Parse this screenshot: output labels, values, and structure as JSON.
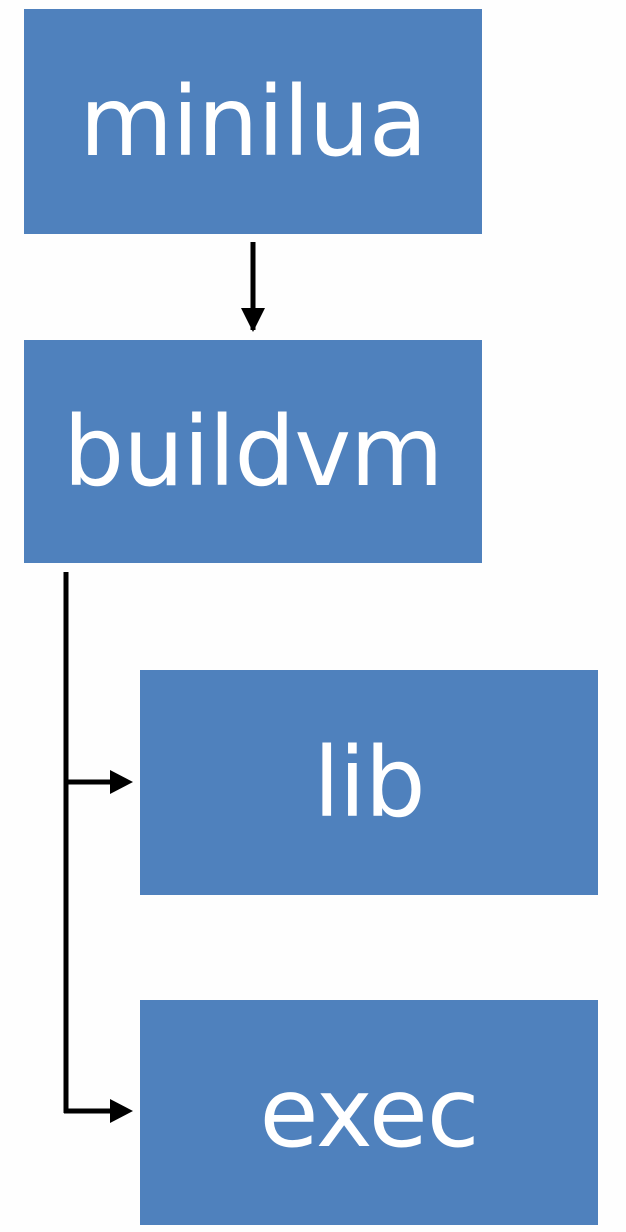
{
  "colors": {
    "node_fill": "#4f81bd",
    "node_text": "#ffffff",
    "connector": "#000000",
    "background": "#fefefe"
  },
  "nodes": {
    "minilua": {
      "label": "minilua"
    },
    "buildvm": {
      "label": "buildvm"
    },
    "lib": {
      "label": "lib"
    },
    "exec": {
      "label": "exec"
    }
  },
  "edges": [
    {
      "from": "minilua",
      "to": "buildvm"
    },
    {
      "from": "buildvm",
      "to": "lib"
    },
    {
      "from": "buildvm",
      "to": "exec"
    }
  ]
}
